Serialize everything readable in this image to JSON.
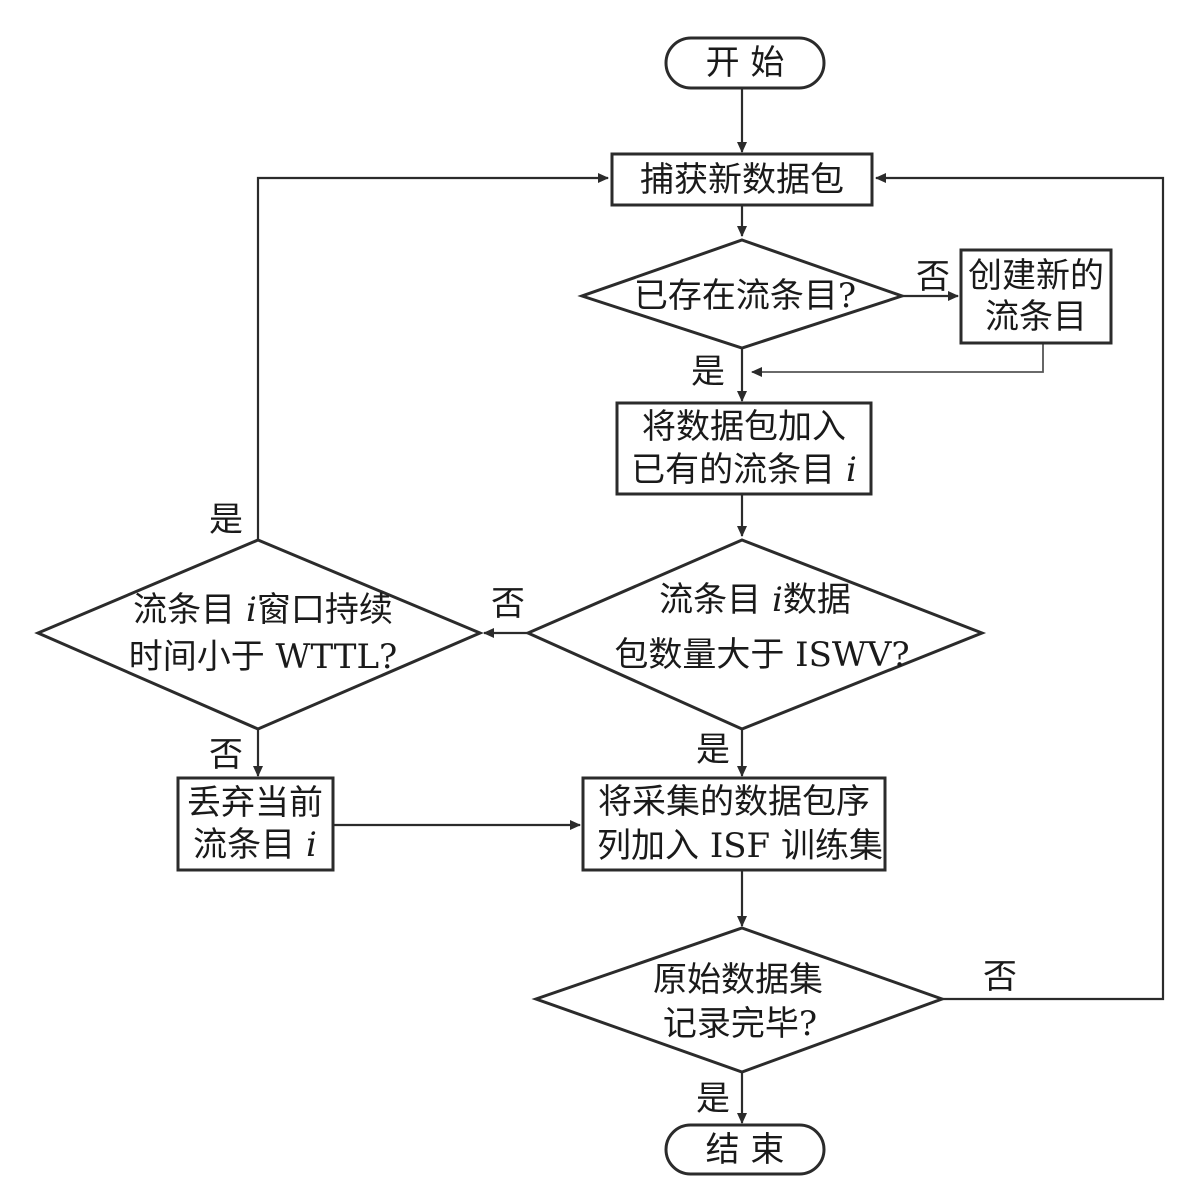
{
  "nodes": {
    "start": "开  始",
    "capture": "捕获新数据包",
    "exists": "已存在流条目?",
    "create_l1": "创建新的",
    "create_l2": "流条目",
    "add_l1": "将数据包加入",
    "add_l2_pre": "已有的流条目 ",
    "add_l2_var": "i",
    "count_l1_pre": "流条目 ",
    "count_l1_var": "i",
    "count_l1_post": "数据",
    "count_l2": "包数量大于 ISWV?",
    "window_l1_pre": "流条目 ",
    "window_l1_var": "i",
    "window_l1_post": "窗口持续",
    "window_l2": "时间小于 WTTL?",
    "discard_l1": "丢弃当前",
    "discard_l2_pre": "流条目 ",
    "discard_l2_var": "i",
    "train_l1": "将采集的数据包序",
    "train_l2": "列加入 ISF 训练集",
    "done_l1": "原始数据集",
    "done_l2": "记录完毕?",
    "end": "结  束"
  },
  "edges": {
    "exists_no": "否",
    "exists_yes": "是",
    "window_yes": "是",
    "count_no": "否",
    "window_no": "否",
    "count_yes": "是",
    "done_no": "否",
    "done_yes": "是"
  }
}
